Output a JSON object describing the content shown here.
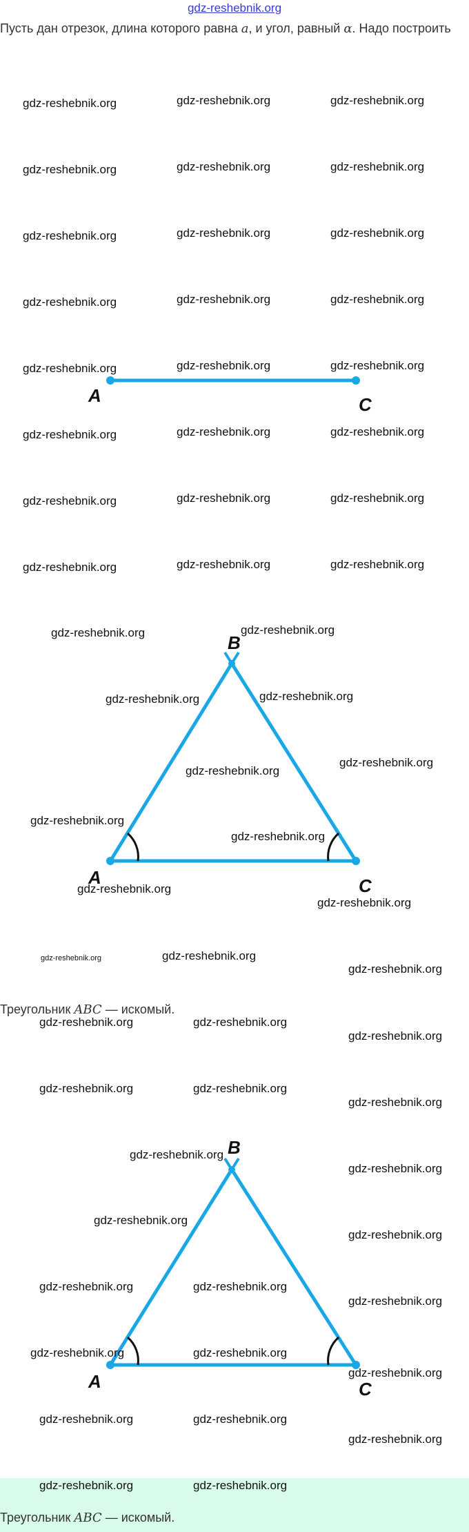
{
  "header": {
    "link": "gdz-reshebnik.org"
  },
  "intro": {
    "before_a": "Пусть дан отрезок, длина которого равна ",
    "a": "a",
    "middle": ", и угол, равный ",
    "alpha": "α",
    "after": ". Надо построить"
  },
  "watermark": "gdz-reshebnik.org",
  "figure1": {
    "A": "A",
    "C": "C"
  },
  "figure2": {
    "A": "A",
    "B": "B",
    "C": "C"
  },
  "figure3": {
    "A": "A",
    "B": "B",
    "C": "C"
  },
  "result1": {
    "before": "Треугольник ",
    "abc": "ABC",
    "after": " — искомый."
  },
  "result2": {
    "before": "Треугольник ",
    "abc": "ABC",
    "after": " — искомый."
  },
  "colors": {
    "line": "#1aa7e6",
    "link": "#3a3ad0",
    "band": "#d9fbe9"
  }
}
